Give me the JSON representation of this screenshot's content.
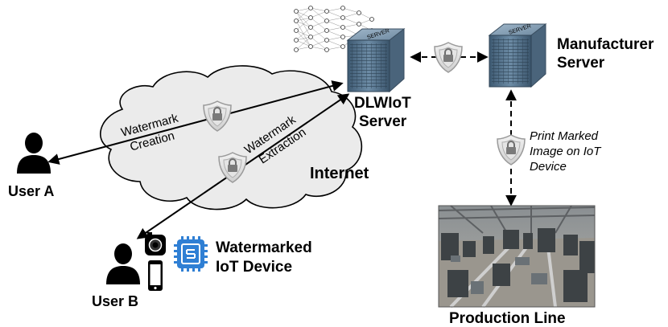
{
  "nodes": {
    "user_a": "User A",
    "user_b": "User B",
    "dlwiot_server_line1": "DLWIoT",
    "dlwiot_server_line2": "Server",
    "manufacturer_server_line1": "Manufacturer",
    "manufacturer_server_line2": "Server",
    "internet": "Internet",
    "iot_device_line1": "Watermarked",
    "iot_device_line2": "IoT Device",
    "production_line": "Production Line",
    "server_rack_label": "SERVER"
  },
  "edges": {
    "watermark_creation_line1": "Watermark",
    "watermark_creation_line2": "Creation",
    "watermark_extraction_line1": "Watermark",
    "watermark_extraction_line2": "Extraction",
    "print_line1": "Print Marked",
    "print_line2": "Image on IoT",
    "print_line3": "Device"
  },
  "icons": [
    "lock-shield-icon",
    "server-icon",
    "neural-network-icon",
    "user-icon",
    "camera-icon",
    "smartphone-icon",
    "chip-icon",
    "factory-photo"
  ],
  "colors": {
    "shield": "#bdbdbd",
    "chip": "#2f7fd4",
    "server": "#5b7e9a"
  }
}
